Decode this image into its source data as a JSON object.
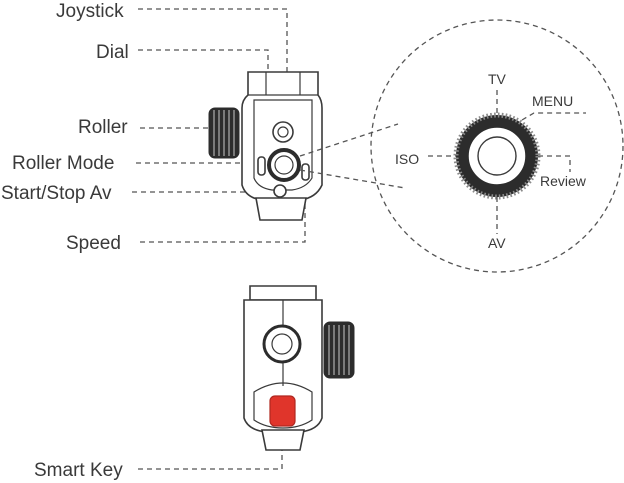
{
  "callouts": {
    "joystick": "Joystick",
    "dial": "Dial",
    "roller": "Roller",
    "roller_mode": "Roller Mode",
    "start_stop": "Start/Stop Av",
    "speed": "Speed",
    "smart_key": "Smart Key"
  },
  "dial_detail": {
    "tv": "TV",
    "menu": "MENU",
    "iso": "ISO",
    "review": "Review",
    "av": "AV"
  },
  "colors": {
    "smart_key": "#e0352b",
    "line": "#3a3a3a"
  }
}
